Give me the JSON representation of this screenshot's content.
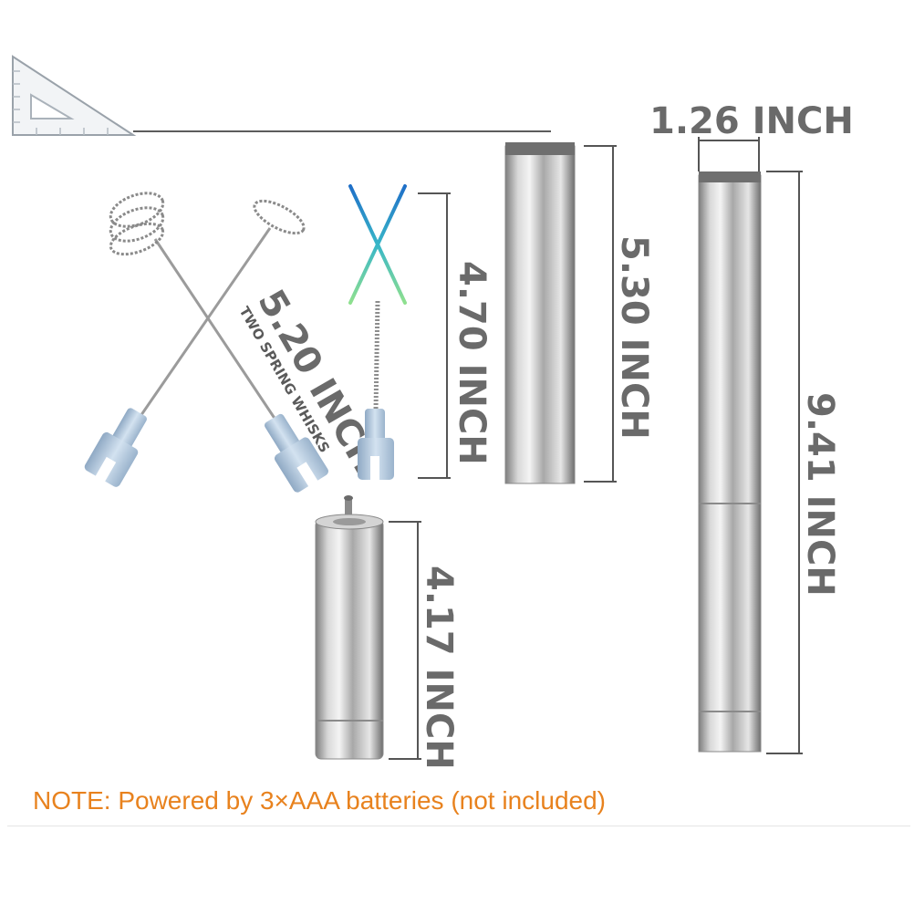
{
  "labels": {
    "width_top": "1.26 INCH",
    "long_tube": "9.41 INCH",
    "short_tube": "5.30 INCH",
    "brush": "4.70 INCH",
    "whisks": "5.20 INCH",
    "whisks_sub": "TWO SPRING WHISKS",
    "handle": "4.17 INCH"
  },
  "note": "NOTE: Powered by 3×AAA batteries (not included)",
  "colors": {
    "dimension_text": "#6a6a6a",
    "note_text": "#e8821e",
    "steel": "#b8b8b8",
    "brush_blue": "#2f8fd8",
    "brush_green": "#7ed88a",
    "cap_blue": "#b6cbe0"
  },
  "icons": {
    "ruler": "set-square-icon"
  }
}
